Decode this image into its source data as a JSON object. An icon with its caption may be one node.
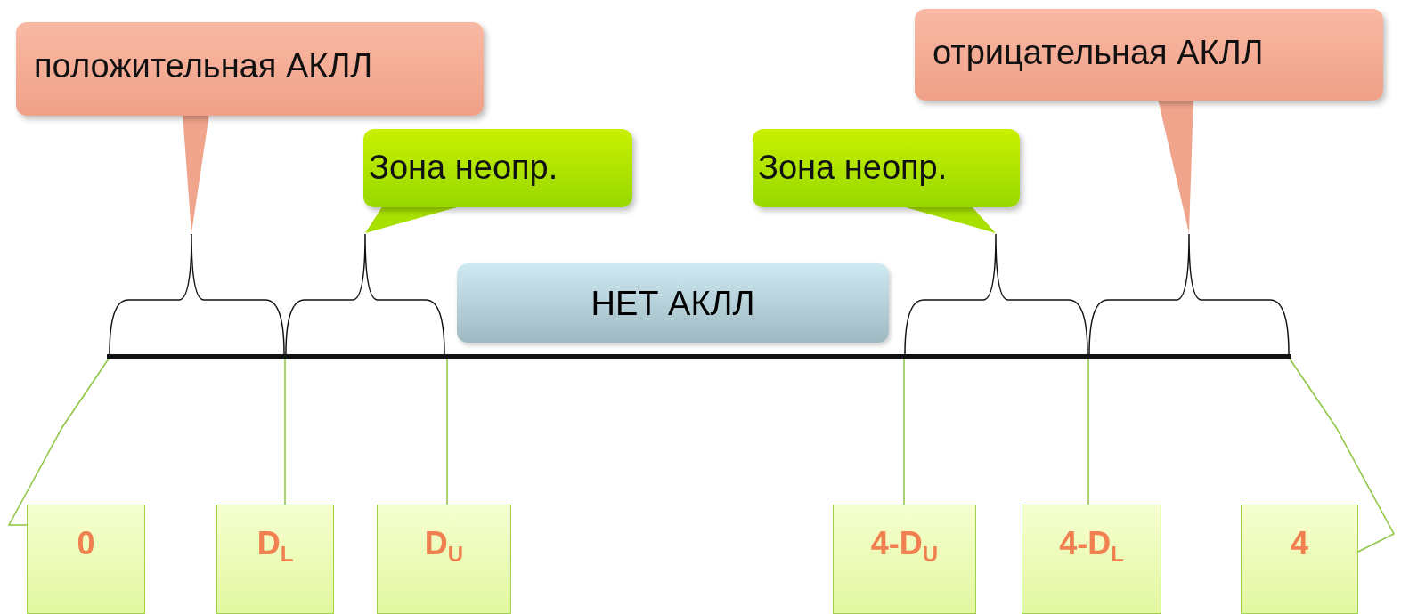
{
  "diagram": {
    "nodes": [
      {
        "text": [
          "положительная АКЛЛ"
        ]
      },
      {
        "text": [
          "отрицательная АКЛЛ"
        ]
      },
      {
        "text": [
          "Зона неопр."
        ]
      },
      {
        "text": [
          "Зона неопр."
        ]
      },
      {
        "text": [],
        "shape": "bracket"
      },
      {
        "text": [],
        "shape": "bracket"
      },
      {
        "text": [],
        "shape": "bracket"
      },
      {
        "text": [],
        "shape": "bracket"
      },
      {
        "text": [],
        "shape": "bar"
      },
      {
        "text": [
          "НЕТ АКЛЛ"
        ]
      },
      {
        "text": [
          "0"
        ]
      },
      {
        "text": [
          "D$_{L}$"
        ]
      },
      {
        "text": [
          "D$_{U}$"
        ]
      },
      {
        "text": [
          "4-D$_{U}$"
        ]
      },
      {
        "text": [
          "4-D$_{L}$"
        ]
      },
      {
        "text": [
          "4"
        ]
      }
    ],
    "edges": [
      {
        "from": 0,
        "to": 4,
        "arrow": "none"
      },
      {
        "from": 2,
        "to": 5,
        "arrow": "none"
      },
      {
        "from": 3,
        "to": 6,
        "arrow": "none"
      },
      {
        "from": 1,
        "to": 7,
        "arrow": "none"
      },
      {
        "from": 10,
        "to": 8,
        "arrow": "none"
      },
      {
        "from": 11,
        "to": 8,
        "arrow": "none"
      },
      {
        "from": 12,
        "to": 8,
        "arrow": "none"
      },
      {
        "from": 13,
        "to": 8,
        "arrow": "none"
      },
      {
        "from": 14,
        "to": 8,
        "arrow": "none"
      },
      {
        "from": 15,
        "to": 8,
        "arrow": "none"
      }
    ]
  }
}
